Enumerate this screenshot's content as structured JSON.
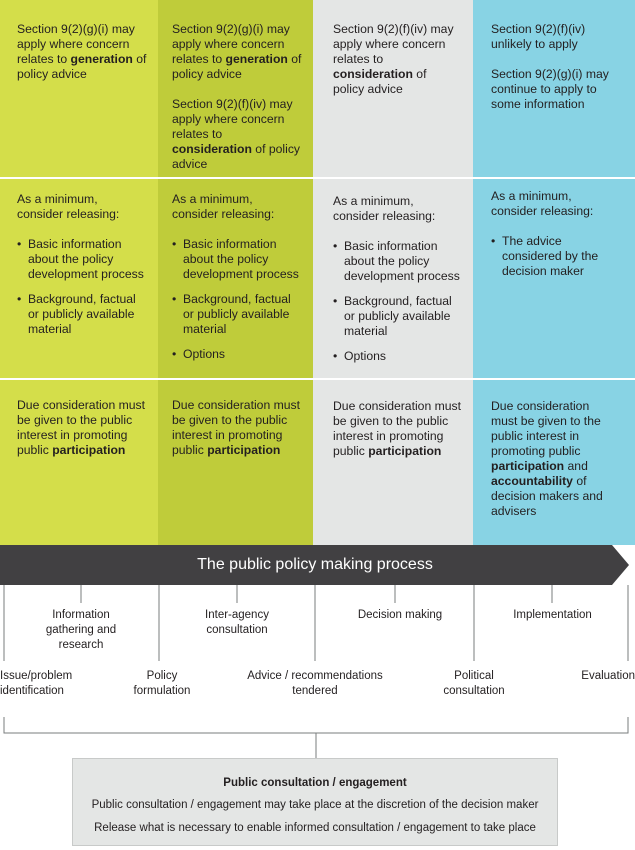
{
  "row1": {
    "c0": {
      "pre": "Section 9(2)(g)(i) may apply where concern relates to ",
      "bold": "generation",
      "post": " of policy advice"
    },
    "c1a": {
      "pre": "Section 9(2)(g)(i) may apply where concern relates to ",
      "bold": "generation",
      "post": " of policy advice"
    },
    "c1b": {
      "pre": "Section 9(2)(f)(iv) may apply where concern relates to ",
      "bold": "consideration",
      "post": " of policy advice"
    },
    "c2": {
      "pre": "Section 9(2)(f)(iv) may apply  where concern relates to ",
      "bold": "consideration",
      "post": " of policy advice"
    },
    "c3a": "Section 9(2)(f)(iv) unlikely to apply",
    "c3b": "Section 9(2)(g)(i) may continue to apply to some information"
  },
  "row2": {
    "lead": "As a minimum, consider releasing:",
    "c0_items": [
      "Basic information about the policy development process",
      "Background, factual or publicly available material"
    ],
    "c1_items": [
      "Basic information about the policy development process",
      "Background, factual or publicly available material",
      "Options"
    ],
    "c2_items": [
      "Basic information about the policy development process",
      "Background, factual or publicly available material",
      "Options"
    ],
    "c3_items": [
      "The advice considered by the decision maker"
    ]
  },
  "row3": {
    "std_pre": "Due consideration must be given to the public interest in promoting public ",
    "std_bold": "participation",
    "c3_pre": "Due consideration must be given to the public interest in promoting public ",
    "c3_bold1": "participation",
    "c3_mid": " and ",
    "c3_bold2": "accountability",
    "c3_post": " of decision makers and advisers"
  },
  "process": {
    "title": "The public policy making process",
    "stages": [
      "Information gathering and research",
      "Inter-agency consultation",
      "Decision making",
      "Implementation"
    ],
    "points": [
      "Issue/problem identification",
      "Policy formulation",
      "Advice / recommendations tendered",
      "Political consultation",
      "Evaluation"
    ]
  },
  "consultation": {
    "title": "Public consultation / engagement",
    "line1": "Public consultation / engagement may take place at the discretion of the decision maker",
    "line2": "Release what is necessary to enable informed consultation / engagement to take place"
  },
  "colors": {
    "col1": "#d4de4a",
    "col2": "#bfcc3a",
    "col3": "#e4e6e5",
    "col4": "#88d3e4",
    "arrow": "#414042"
  }
}
